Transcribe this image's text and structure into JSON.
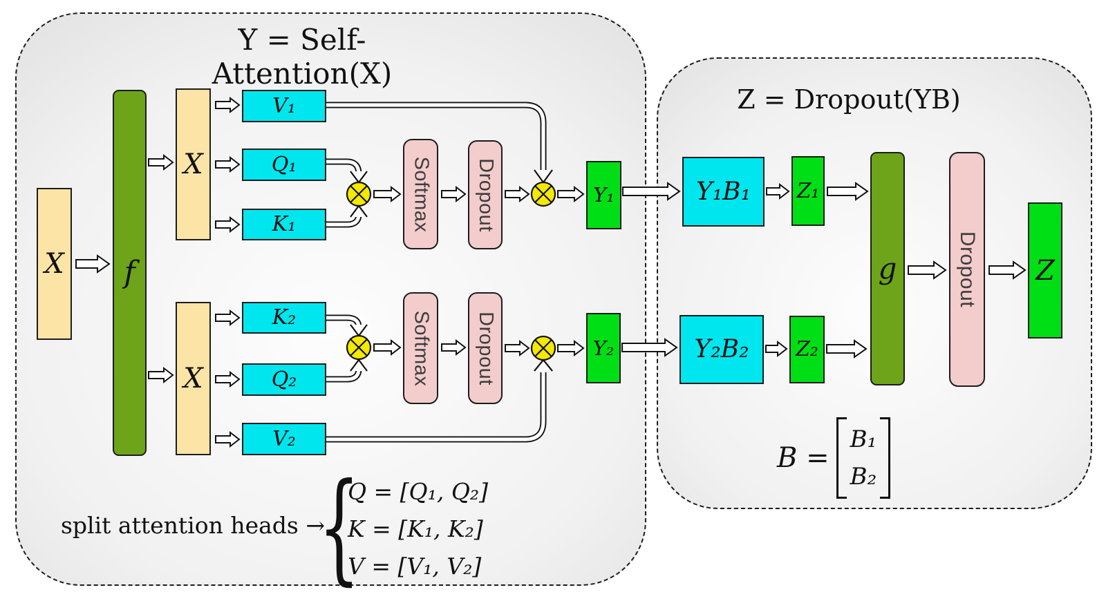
{
  "panels": {
    "self_attention": {
      "title": "Y = Self-Attention(X)"
    },
    "dropout": {
      "title": "Z = Dropout(YB)"
    }
  },
  "blocks": {
    "x_input": "X",
    "f": "f",
    "x_head1": "X",
    "x_head2": "X",
    "v1": "V₁",
    "q1": "Q₁",
    "k1": "K₁",
    "k2": "K₂",
    "q2": "Q₂",
    "v2": "V₂",
    "softmax": "Softmax",
    "dropout": "Dropout",
    "y1": "Y₁",
    "y2": "Y₂",
    "y1b1": "Y₁B₁",
    "z1": "Z₁",
    "y2b2": "Y₂B₂",
    "z2": "Z₂",
    "g": "g",
    "z": "Z"
  },
  "operators": {
    "matmul_icon": "⊗"
  },
  "equations": {
    "split_label": "split attention heads →",
    "split_lines": [
      "Q = [Q₁, Q₂]",
      "K = [K₁, K₂]",
      "V = [V₁, V₂]"
    ],
    "brace": "{",
    "b_lhs": "B =",
    "b_rows": [
      "B₁",
      "B₂"
    ]
  },
  "colors": {
    "cyan": "#00e6ee",
    "green": "#00df15",
    "olive": "#6da41a",
    "tan": "#fce4a6",
    "pink": "#f3cccc",
    "yellow": "#f4e900",
    "ink": "#111111",
    "panel_edge": "#c9c9c9",
    "panel_center": "#fdfdfd"
  }
}
